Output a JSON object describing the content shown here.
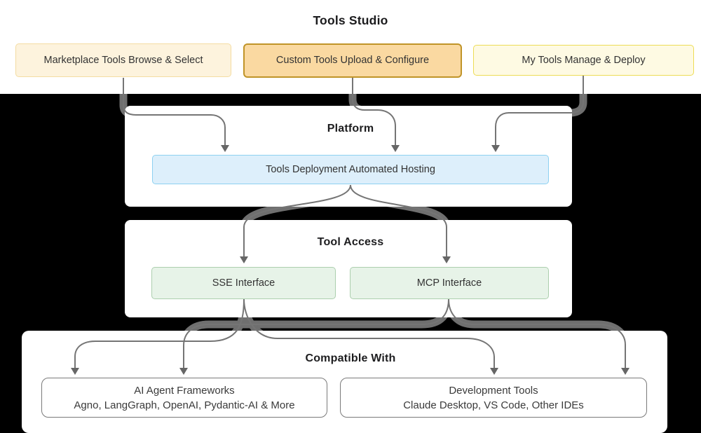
{
  "title": "Tools Studio",
  "sections": {
    "studio": {
      "boxes": [
        {
          "label": "Marketplace Tools Browse & Select"
        },
        {
          "label": "Custom Tools Upload & Configure"
        },
        {
          "label": "My Tools Manage & Deploy"
        }
      ]
    },
    "platform": {
      "heading": "Platform",
      "box": {
        "label": "Tools Deployment Automated Hosting"
      }
    },
    "tool_access": {
      "heading": "Tool Access",
      "boxes": [
        {
          "label": "SSE Interface"
        },
        {
          "label": "MCP Interface"
        }
      ]
    },
    "compatible": {
      "heading": "Compatible With",
      "boxes": [
        {
          "title": "AI Agent Frameworks",
          "subtitle": "Agno, LangGraph, OpenAI, Pydantic-AI & More"
        },
        {
          "title": "Development Tools",
          "subtitle": "Claude Desktop, VS Code, Other IDEs"
        }
      ]
    }
  },
  "edges": [
    {
      "from": "Marketplace Tools Browse & Select",
      "to": "Tools Deployment Automated Hosting"
    },
    {
      "from": "Custom Tools Upload & Configure",
      "to": "Tools Deployment Automated Hosting"
    },
    {
      "from": "My Tools Manage & Deploy",
      "to": "Tools Deployment Automated Hosting"
    },
    {
      "from": "Tools Deployment Automated Hosting",
      "to": "SSE Interface"
    },
    {
      "from": "Tools Deployment Automated Hosting",
      "to": "MCP Interface"
    },
    {
      "from": "SSE Interface",
      "to": "AI Agent Frameworks"
    },
    {
      "from": "SSE Interface",
      "to": "Development Tools"
    },
    {
      "from": "MCP Interface",
      "to": "AI Agent Frameworks"
    },
    {
      "from": "MCP Interface",
      "to": "Development Tools"
    }
  ],
  "colors": {
    "background": "#000000",
    "card": "#FFFFFF",
    "marketplace_fill": "#FDF3DD",
    "marketplace_border": "#F4DCA2",
    "custom_fill": "#FAD9A1",
    "custom_border": "#C09428",
    "mytools_fill": "#FEFAE3",
    "mytools_border": "#EDDC55",
    "hosting_fill": "#DDEFFB",
    "hosting_border": "#8DD1F1",
    "interface_fill": "#E7F3E8",
    "interface_border": "#ACCFAE",
    "plain_node_border": "#7A7A7A",
    "connector": "#757575",
    "connector_casing": "#6F6F6F",
    "text": "#333333"
  }
}
